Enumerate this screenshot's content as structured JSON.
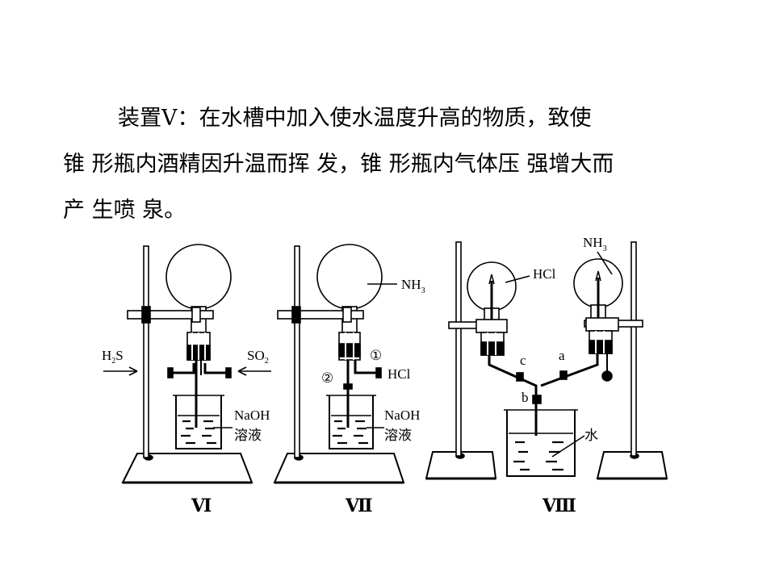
{
  "paragraph": {
    "line1": "装置Ⅴ：在水槽中加入使水温度升高的物质，致使",
    "line2": "锥 形瓶内酒精因升温而挥 发，锥 形瓶内气体压 强增大而",
    "line3": "产 生喷 泉。"
  },
  "apparatus6": {
    "gas_left": "H",
    "gas_left_sub": "2",
    "gas_left_tail": "S",
    "gas_right": "SO",
    "gas_right_sub": "2",
    "solution_line1": "NaOH",
    "solution_line2": "溶液",
    "numeral": "Ⅵ"
  },
  "apparatus7": {
    "flask_gas": "NH",
    "flask_gas_sub": "3",
    "mark1": "①",
    "mark2": "②",
    "gas_inlet": "HCl",
    "solution_line1": "NaOH",
    "solution_line2": "溶液",
    "numeral": "Ⅶ"
  },
  "apparatus8": {
    "left_flask": "HCl",
    "right_flask": "NH",
    "right_flask_sub": "3",
    "clamp_c": "c",
    "clamp_a": "a",
    "clamp_b": "b",
    "water": "水",
    "numeral": "Ⅷ"
  }
}
